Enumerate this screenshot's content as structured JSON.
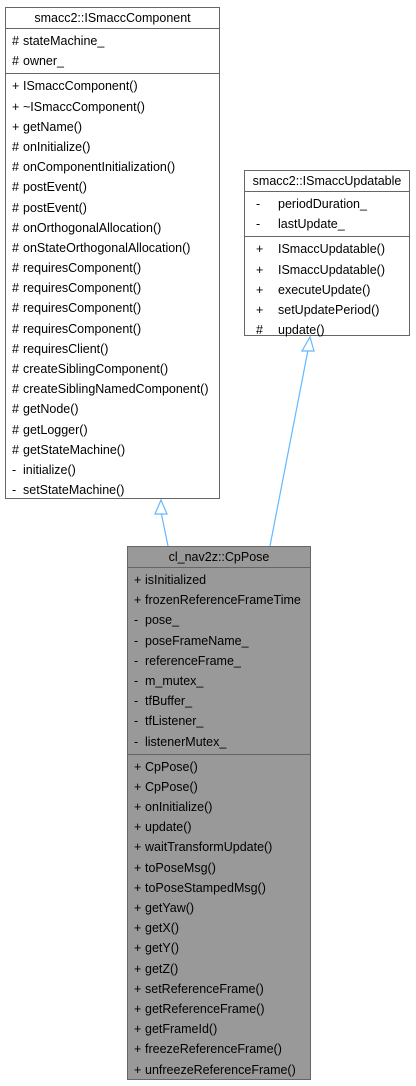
{
  "diagram": {
    "colors": {
      "edge": "#63b8ff",
      "border": "#666666",
      "main_fill": "#999999"
    },
    "classes": {
      "component": {
        "name": "smacc2::ISmaccComponent",
        "attributes": [
          {
            "vis": "#",
            "name": "stateMachine_"
          },
          {
            "vis": "#",
            "name": "owner_"
          }
        ],
        "methods": [
          {
            "vis": "+",
            "name": "ISmaccComponent()"
          },
          {
            "vis": "+",
            "name": "~ISmaccComponent()"
          },
          {
            "vis": "+",
            "name": "getName()"
          },
          {
            "vis": "#",
            "name": "onInitialize()"
          },
          {
            "vis": "#",
            "name": "onComponentInitialization()"
          },
          {
            "vis": "#",
            "name": "postEvent()"
          },
          {
            "vis": "#",
            "name": "postEvent()"
          },
          {
            "vis": "#",
            "name": "onOrthogonalAllocation()"
          },
          {
            "vis": "#",
            "name": "onStateOrthogonalAllocation()"
          },
          {
            "vis": "#",
            "name": "requiresComponent()"
          },
          {
            "vis": "#",
            "name": "requiresComponent()"
          },
          {
            "vis": "#",
            "name": "requiresComponent()"
          },
          {
            "vis": "#",
            "name": "requiresComponent()"
          },
          {
            "vis": "#",
            "name": "requiresClient()"
          },
          {
            "vis": "#",
            "name": "createSiblingComponent()"
          },
          {
            "vis": "#",
            "name": "createSiblingNamedComponent()"
          },
          {
            "vis": "#",
            "name": "getNode()"
          },
          {
            "vis": "#",
            "name": "getLogger()"
          },
          {
            "vis": "#",
            "name": "getStateMachine()"
          },
          {
            "vis": "-",
            "name": "initialize()"
          },
          {
            "vis": "-",
            "name": "setStateMachine()"
          }
        ]
      },
      "updatable": {
        "name": "smacc2::ISmaccUpdatable",
        "attributes": [
          {
            "vis": "-",
            "name": "periodDuration_"
          },
          {
            "vis": "-",
            "name": "lastUpdate_"
          }
        ],
        "methods": [
          {
            "vis": "+",
            "name": "ISmaccUpdatable()"
          },
          {
            "vis": "+",
            "name": "ISmaccUpdatable()"
          },
          {
            "vis": "+",
            "name": "executeUpdate()"
          },
          {
            "vis": "+",
            "name": "setUpdatePeriod()"
          },
          {
            "vis": "#",
            "name": "update()"
          }
        ]
      },
      "cppose": {
        "name": "cl_nav2z::CpPose",
        "attributes": [
          {
            "vis": "+",
            "name": "isInitialized"
          },
          {
            "vis": "+",
            "name": "frozenReferenceFrameTime"
          },
          {
            "vis": "-",
            "name": "pose_"
          },
          {
            "vis": "-",
            "name": "poseFrameName_"
          },
          {
            "vis": "-",
            "name": "referenceFrame_"
          },
          {
            "vis": "-",
            "name": "m_mutex_"
          },
          {
            "vis": "-",
            "name": "tfBuffer_"
          },
          {
            "vis": "-",
            "name": "tfListener_"
          },
          {
            "vis": "-",
            "name": "listenerMutex_"
          }
        ],
        "methods": [
          {
            "vis": "+",
            "name": "CpPose()"
          },
          {
            "vis": "+",
            "name": "CpPose()"
          },
          {
            "vis": "+",
            "name": "onInitialize()"
          },
          {
            "vis": "+",
            "name": "update()"
          },
          {
            "vis": "+",
            "name": "waitTransformUpdate()"
          },
          {
            "vis": "+",
            "name": "toPoseMsg()"
          },
          {
            "vis": "+",
            "name": "toPoseStampedMsg()"
          },
          {
            "vis": "+",
            "name": "getYaw()"
          },
          {
            "vis": "+",
            "name": "getX()"
          },
          {
            "vis": "+",
            "name": "getY()"
          },
          {
            "vis": "+",
            "name": "getZ()"
          },
          {
            "vis": "+",
            "name": "setReferenceFrame()"
          },
          {
            "vis": "+",
            "name": "getReferenceFrame()"
          },
          {
            "vis": "+",
            "name": "getFrameId()"
          },
          {
            "vis": "+",
            "name": "freezeReferenceFrame()"
          },
          {
            "vis": "+",
            "name": "unfreezeReferenceFrame()"
          }
        ]
      }
    }
  }
}
